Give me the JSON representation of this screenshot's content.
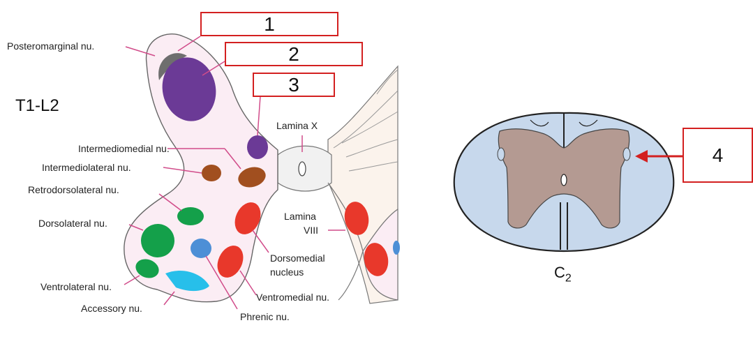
{
  "left_diagram": {
    "section": "T1-L2",
    "labels": {
      "posteromarginal": "Posteromarginal nu.",
      "intermediomedial": "Intermediomedial nu.",
      "intermediolateral": "Intermediolateral nu.",
      "retrodorsolateral": "Retrodorsolateral nu.",
      "dorsolateral": "Dorsolateral nu.",
      "ventrolateral": "Ventrolateral nu.",
      "accessory": "Accessory nu.",
      "phrenic": "Phrenic nu.",
      "ventromedial": "Ventromedial nu.",
      "dorsomedial_1": "Dorsomedial",
      "dorsomedial_2": "nucleus",
      "lamina_x": "Lamina X",
      "lamina_viii_1": "Lamina",
      "lamina_viii_2": "VIII"
    },
    "boxes": [
      "1",
      "2",
      "3"
    ],
    "colors": {
      "gray": "#6e6e6e",
      "purple": "#6b3a96",
      "brown": "#a14f1f",
      "green": "#14a04a",
      "red": "#e8382b",
      "cyan": "#27bfea",
      "blue": "#4d8fd6",
      "horn_fill": "#fbedf4",
      "pointer": "#d14c8a"
    }
  },
  "right_diagram": {
    "label_main": "C",
    "label_sub": "2",
    "box": "4",
    "colors": {
      "white_matter": "#c7d8ec",
      "gray_matter": "#b49a92",
      "arrow": "#d32020"
    }
  }
}
